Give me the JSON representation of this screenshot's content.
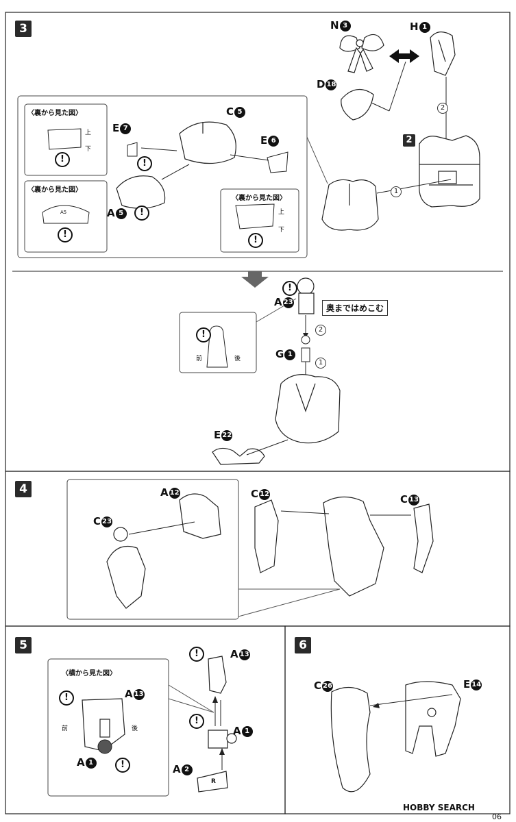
{
  "steps": {
    "s3": {
      "number": "3",
      "sub_number": "2",
      "labels": {
        "n3": {
          "letter": "N",
          "num": "3"
        },
        "h1": {
          "letter": "H",
          "num": "1"
        },
        "d18": {
          "letter": "D",
          "num": "18"
        },
        "c5": {
          "letter": "C",
          "num": "5"
        },
        "e7": {
          "letter": "E",
          "num": "7"
        },
        "e6": {
          "letter": "E",
          "num": "6"
        },
        "a5": {
          "letter": "A",
          "num": "5"
        },
        "a23": {
          "letter": "A",
          "num": "23"
        },
        "g1": {
          "letter": "G",
          "num": "1"
        },
        "e22": {
          "letter": "E",
          "num": "22"
        }
      },
      "back_view_label": "〈裏から見た図〉",
      "up": "上",
      "down": "下",
      "a5_stamp": "A5",
      "press_fit_note": "奥まではめこむ",
      "front": "前",
      "back": "後",
      "order_1": "1",
      "order_2": "2"
    },
    "s4": {
      "number": "4",
      "labels": {
        "a12": {
          "letter": "A",
          "num": "12"
        },
        "c12": {
          "letter": "C",
          "num": "12"
        },
        "c13": {
          "letter": "C",
          "num": "13"
        },
        "c23": {
          "letter": "C",
          "num": "23"
        }
      }
    },
    "s5": {
      "number": "5",
      "side_view_label": "〈横から見た図〉",
      "front": "前",
      "back": "後",
      "r_mark": "R",
      "labels": {
        "a13": {
          "letter": "A",
          "num": "13"
        },
        "a1": {
          "letter": "A",
          "num": "1"
        },
        "a2": {
          "letter": "A",
          "num": "2"
        }
      }
    },
    "s6": {
      "number": "6",
      "labels": {
        "c26": {
          "letter": "C",
          "num": "26"
        },
        "e14": {
          "letter": "E",
          "num": "14"
        }
      }
    }
  },
  "caution_mark": "!",
  "footer": {
    "brand": "HOBBY SEARCH",
    "page": "06"
  }
}
